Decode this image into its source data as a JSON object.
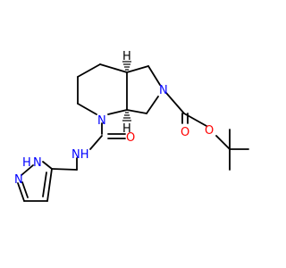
{
  "molecule": {
    "atom_labels": {
      "n_pyrrolidine": "N",
      "n_piperidine": "N",
      "o_carbamate_carbonyl": "O",
      "o_carbamate_ester": "O",
      "o_urea_carbonyl": "O",
      "nh_amide": "NH",
      "n_pyrazole_h_n": "N",
      "n_pyrazole_h_h": "H",
      "n_pyrazole": "N",
      "h_stereo_top": "H",
      "h_stereo_bottom": "H"
    },
    "colors": {
      "bond": "#000000",
      "nitrogen": "#0000ff",
      "oxygen": "#ff0000",
      "carbon": "#000000"
    }
  }
}
